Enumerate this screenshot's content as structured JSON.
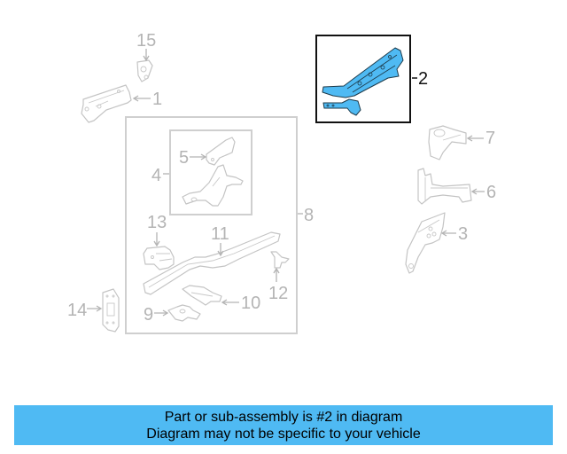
{
  "diagram": {
    "highlighted_part": "2",
    "highlight_color": "#4fbaf3",
    "part_line_color": "#c4c4c4",
    "callouts": [
      {
        "id": "1",
        "label": "1"
      },
      {
        "id": "2",
        "label": "2"
      },
      {
        "id": "3",
        "label": "3"
      },
      {
        "id": "4",
        "label": "4"
      },
      {
        "id": "5",
        "label": "5"
      },
      {
        "id": "6",
        "label": "6"
      },
      {
        "id": "7",
        "label": "7"
      },
      {
        "id": "8",
        "label": "8"
      },
      {
        "id": "9",
        "label": "9"
      },
      {
        "id": "10",
        "label": "10"
      },
      {
        "id": "11",
        "label": "11"
      },
      {
        "id": "12",
        "label": "12"
      },
      {
        "id": "13",
        "label": "13"
      },
      {
        "id": "14",
        "label": "14"
      },
      {
        "id": "15",
        "label": "15"
      }
    ]
  },
  "banner": {
    "line1": "Part or sub-assembly is #2 in diagram",
    "line2": "Diagram may not be specific to your vehicle",
    "background": "#4fbaf3"
  }
}
